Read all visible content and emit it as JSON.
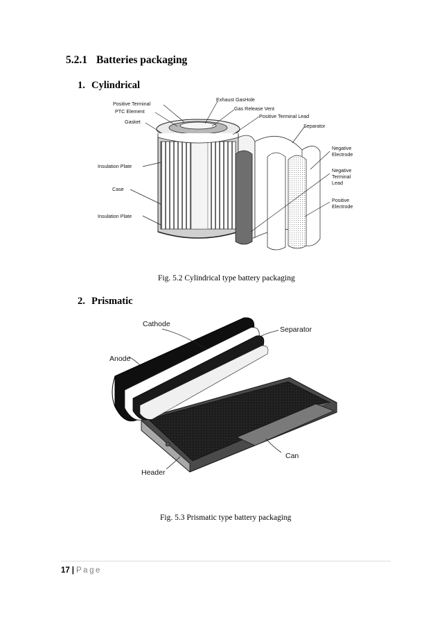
{
  "section": {
    "number": "5.2.1",
    "title": "Batteries packaging"
  },
  "items": [
    {
      "number": "1.",
      "title": "Cylindrical"
    },
    {
      "number": "2.",
      "title": "Prismatic"
    }
  ],
  "figure1": {
    "caption": "Fig. 5.2 Cylindrical type battery packaging",
    "labels": {
      "positive_terminal": "Positive Terminal",
      "ptc_element": "PTC Element",
      "gasket": "Gasket",
      "insulation_plate_top": "Insulation Plate",
      "case": "Case",
      "insulation_plate_bottom": "Insulation Plate",
      "exhaust_gas_hole": "Exhaust GasHole",
      "gas_release_vent": "Gas Release Vent",
      "positive_terminal_lead": "Positive Terminal Lead",
      "separator": "Separator",
      "negative_electrode_1": "Negative",
      "negative_electrode_2": "Electrode",
      "negative_terminal_lead_1": "Negative",
      "negative_terminal_lead_2": "Terminal",
      "negative_terminal_lead_3": "Lead",
      "positive_electrode_1": "Positive",
      "positive_electrode_2": "Electrode"
    }
  },
  "figure2": {
    "caption": "Fig. 5.3 Prismatic type battery packaging",
    "labels": {
      "cathode": "Cathode",
      "separator": "Separator",
      "anode": "Anode",
      "can": "Can",
      "header": "Header"
    }
  },
  "footer": {
    "page_number": "17",
    "separator": "|",
    "page_word": "Page"
  }
}
